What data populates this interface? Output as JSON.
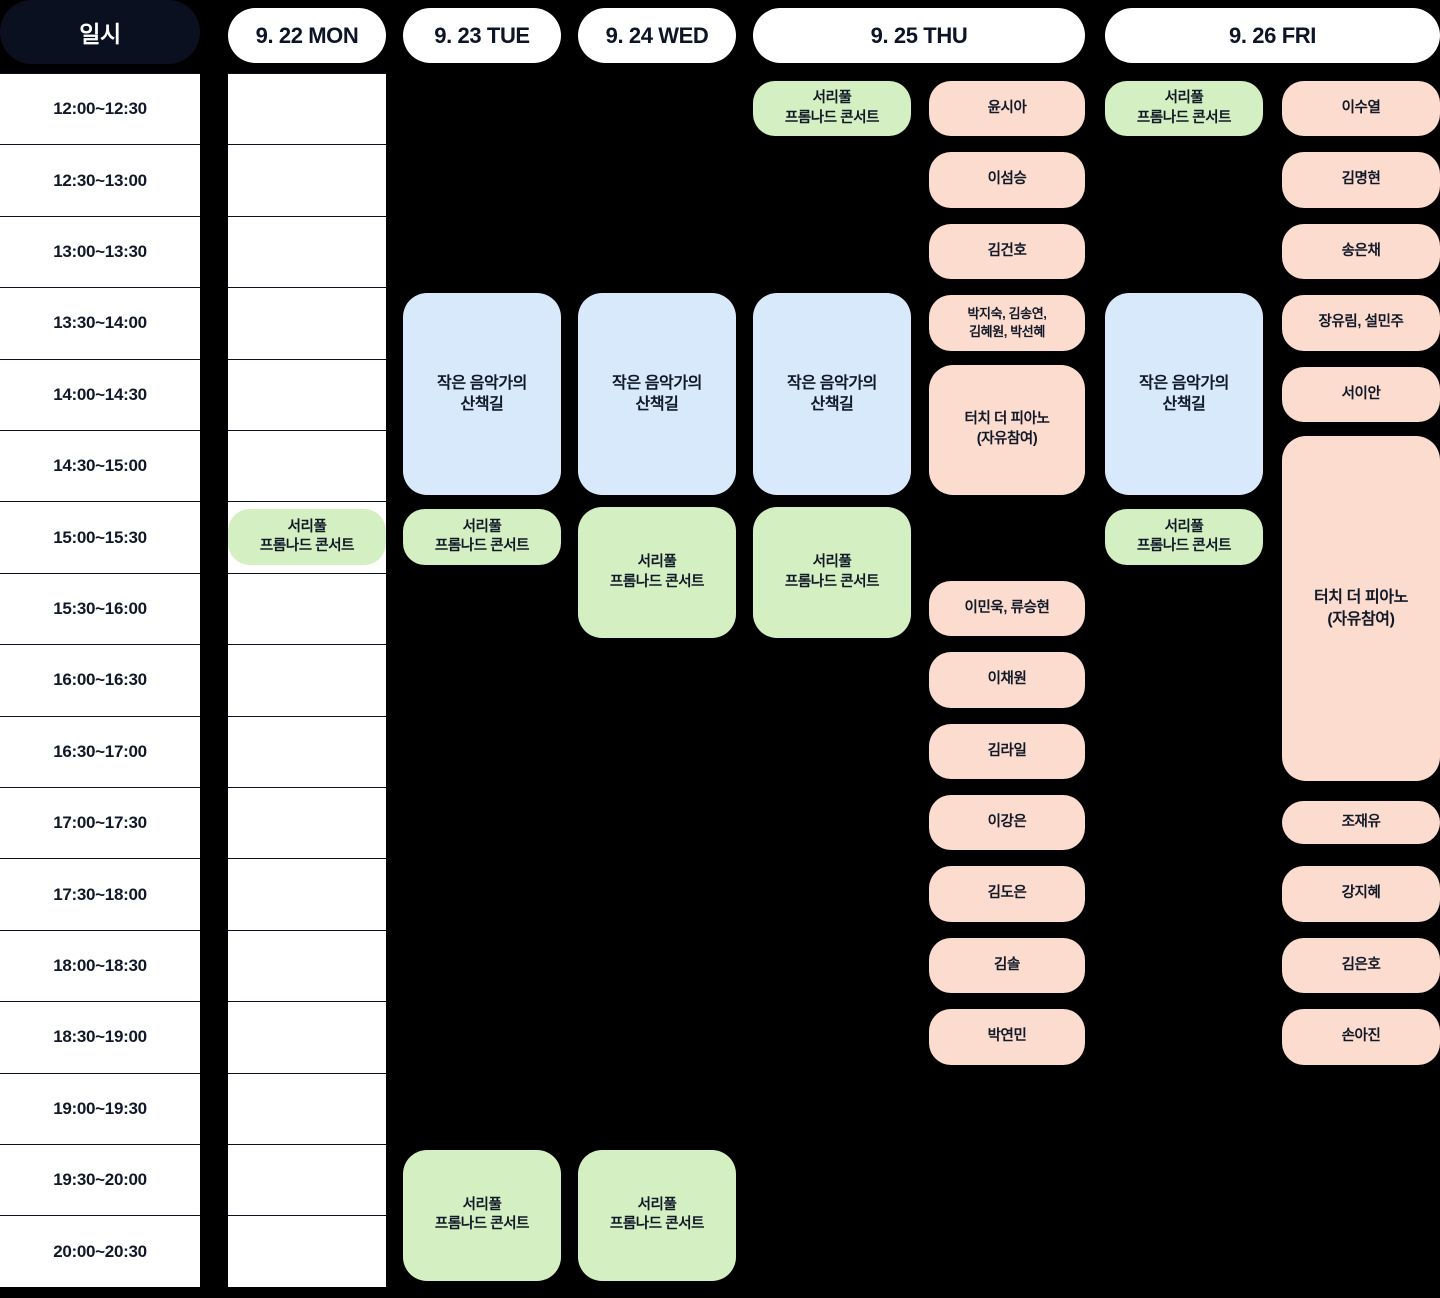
{
  "header": {
    "time_label": "일시",
    "days": [
      {
        "key": "mon",
        "label": "9. 22 MON"
      },
      {
        "key": "tue",
        "label": "9. 23 TUE"
      },
      {
        "key": "wed",
        "label": "9. 24 WED"
      },
      {
        "key": "thu",
        "label": "9. 25 THU"
      },
      {
        "key": "fri",
        "label": "9. 26 FRI"
      }
    ]
  },
  "colors": {
    "background": "#000000",
    "header_dark": "#0b1020",
    "header_light": "#ffffff",
    "chip_blue": "#d7e9fb",
    "chip_green": "#d4efc2",
    "chip_pink": "#fbdccf",
    "text": "#111827"
  },
  "time_slots": [
    "12:00~12:30",
    "12:30~13:00",
    "13:00~13:30",
    "13:30~14:00",
    "14:00~14:30",
    "14:30~15:00",
    "15:00~15:30",
    "15:30~16:00",
    "16:00~16:30",
    "16:30~17:00",
    "17:00~17:30",
    "17:30~18:00",
    "18:00~18:30",
    "18:30~19:00",
    "19:00~19:30",
    "19:30~20:00",
    "20:00~20:30"
  ],
  "events": [
    {
      "id": "mon-promenade",
      "day": "mon",
      "lane": 0,
      "start": "15:00~15:30",
      "end": "15:00~15:30",
      "color": "green",
      "label": "서리풀\n프롬나드 콘서트"
    },
    {
      "id": "tue-walk",
      "day": "tue",
      "lane": 0,
      "start": "13:30~14:00",
      "end": "14:30~15:00",
      "color": "blue",
      "label": "작은 음악가의\n산책길"
    },
    {
      "id": "tue-promenade-1",
      "day": "tue",
      "lane": 0,
      "start": "15:00~15:30",
      "end": "15:00~15:30",
      "color": "green",
      "label": "서리풀\n프롬나드 콘서트"
    },
    {
      "id": "tue-promenade-2",
      "day": "tue",
      "lane": 0,
      "start": "19:30~20:00",
      "end": "20:00~20:30",
      "color": "green",
      "label": "서리풀\n프롬나드 콘서트"
    },
    {
      "id": "wed-walk",
      "day": "wed",
      "lane": 0,
      "start": "13:30~14:00",
      "end": "14:30~15:00",
      "color": "blue",
      "label": "작은 음악가의\n산책길"
    },
    {
      "id": "wed-promenade-1",
      "day": "wed",
      "lane": 0,
      "start": "15:00~15:30",
      "end": "15:30~16:00",
      "color": "green",
      "label": "서리풀\n프롬나드 콘서트"
    },
    {
      "id": "wed-promenade-2",
      "day": "wed",
      "lane": 0,
      "start": "19:30~20:00",
      "end": "20:00~20:30",
      "color": "green",
      "label": "서리풀\n프롬나드 콘서트"
    },
    {
      "id": "thu-promenade",
      "day": "thu",
      "lane": 0,
      "start": "12:00~12:30",
      "end": "12:00~12:30",
      "color": "green",
      "label": "서리풀\n프롬나드 콘서트"
    },
    {
      "id": "thu-walk",
      "day": "thu",
      "lane": 0,
      "start": "13:30~14:00",
      "end": "14:30~15:00",
      "color": "blue",
      "label": "작은 음악가의\n산책길"
    },
    {
      "id": "thu-promenade-2",
      "day": "thu",
      "lane": 0,
      "start": "15:00~15:30",
      "end": "15:30~16:00",
      "color": "green",
      "label": "서리풀\n프롬나드 콘서트"
    },
    {
      "id": "thu-yoonsia",
      "day": "thu",
      "lane": 1,
      "start": "12:00~12:30",
      "end": "12:00~12:30",
      "color": "pink",
      "label": "윤시아"
    },
    {
      "id": "thu-leeseomseung",
      "day": "thu",
      "lane": 1,
      "start": "12:30~13:00",
      "end": "12:30~13:00",
      "color": "pink",
      "label": "이섬승"
    },
    {
      "id": "thu-kimgeonho",
      "day": "thu",
      "lane": 1,
      "start": "13:00~13:30",
      "end": "13:00~13:30",
      "color": "pink",
      "label": "김건호"
    },
    {
      "id": "thu-group",
      "day": "thu",
      "lane": 1,
      "start": "13:30~14:00",
      "end": "13:30~14:00",
      "color": "pink",
      "label": "박지숙, 김송연,\n김혜원, 박선혜",
      "size": "sm"
    },
    {
      "id": "thu-touch-piano",
      "day": "thu",
      "lane": 1,
      "start": "14:00~14:30",
      "end": "14:30~15:00",
      "color": "pink",
      "label": "터치 더 피아노\n(자유참여)"
    },
    {
      "id": "thu-leeminwook",
      "day": "thu",
      "lane": 1,
      "start": "15:30~16:00",
      "end": "15:30~16:00",
      "color": "pink",
      "label": "이민욱, 류승현"
    },
    {
      "id": "thu-leechaewon",
      "day": "thu",
      "lane": 1,
      "start": "16:00~16:30",
      "end": "16:00~16:30",
      "color": "pink",
      "label": "이채원"
    },
    {
      "id": "thu-kimrail",
      "day": "thu",
      "lane": 1,
      "start": "16:30~17:00",
      "end": "16:30~17:00",
      "color": "pink",
      "label": "김라일"
    },
    {
      "id": "thu-leekangeun",
      "day": "thu",
      "lane": 1,
      "start": "17:00~17:30",
      "end": "17:00~17:30",
      "color": "pink",
      "label": "이강은"
    },
    {
      "id": "thu-kimdoeun",
      "day": "thu",
      "lane": 1,
      "start": "17:30~18:00",
      "end": "17:30~18:00",
      "color": "pink",
      "label": "김도은"
    },
    {
      "id": "thu-kimsol",
      "day": "thu",
      "lane": 1,
      "start": "18:00~18:30",
      "end": "18:00~18:30",
      "color": "pink",
      "label": "김솔"
    },
    {
      "id": "thu-parkyeonmin",
      "day": "thu",
      "lane": 1,
      "start": "18:30~19:00",
      "end": "18:30~19:00",
      "color": "pink",
      "label": "박연민"
    },
    {
      "id": "fri-promenade",
      "day": "fri",
      "lane": 0,
      "start": "12:00~12:30",
      "end": "12:00~12:30",
      "color": "green",
      "label": "서리풀\n프롬나드 콘서트"
    },
    {
      "id": "fri-walk",
      "day": "fri",
      "lane": 0,
      "start": "13:30~14:00",
      "end": "14:30~15:00",
      "color": "blue",
      "label": "작은 음악가의\n산책길"
    },
    {
      "id": "fri-promenade-2",
      "day": "fri",
      "lane": 0,
      "start": "15:00~15:30",
      "end": "15:00~15:30",
      "color": "green",
      "label": "서리풀\n프롬나드 콘서트"
    },
    {
      "id": "fri-leesooyeol",
      "day": "fri",
      "lane": 1,
      "start": "12:00~12:30",
      "end": "12:00~12:30",
      "color": "pink",
      "label": "이수열"
    },
    {
      "id": "fri-kimmyeonghyeon",
      "day": "fri",
      "lane": 1,
      "start": "12:30~13:00",
      "end": "12:30~13:00",
      "color": "pink",
      "label": "김명현"
    },
    {
      "id": "fri-songeunchae",
      "day": "fri",
      "lane": 1,
      "start": "13:00~13:30",
      "end": "13:00~13:30",
      "color": "pink",
      "label": "송은채"
    },
    {
      "id": "fri-jangyurim",
      "day": "fri",
      "lane": 1,
      "start": "13:30~14:00",
      "end": "13:30~14:00",
      "color": "pink",
      "label": "장유림, 설민주"
    },
    {
      "id": "fri-seoian",
      "day": "fri",
      "lane": 1,
      "start": "14:00~14:30",
      "end": "14:00~14:30",
      "color": "pink",
      "label": "서이안"
    },
    {
      "id": "fri-touch-piano",
      "day": "fri",
      "lane": 1,
      "start": "14:30~15:00",
      "end": "16:30~17:00",
      "color": "pink",
      "label": "터치 더 피아노\n(자유참여)"
    },
    {
      "id": "fri-jojaeyu",
      "day": "fri",
      "lane": 1,
      "start": "17:00~17:30",
      "end": "17:00~17:30",
      "color": "pink",
      "label": "조재유",
      "thin": true
    },
    {
      "id": "fri-kangjihye",
      "day": "fri",
      "lane": 1,
      "start": "17:30~18:00",
      "end": "17:30~18:00",
      "color": "pink",
      "label": "강지혜"
    },
    {
      "id": "fri-kimeunho",
      "day": "fri",
      "lane": 1,
      "start": "18:00~18:30",
      "end": "18:00~18:30",
      "color": "pink",
      "label": "김은호"
    },
    {
      "id": "fri-sonajin",
      "day": "fri",
      "lane": 1,
      "start": "18:30~19:00",
      "end": "18:30~19:00",
      "color": "pink",
      "label": "손아진"
    }
  ]
}
